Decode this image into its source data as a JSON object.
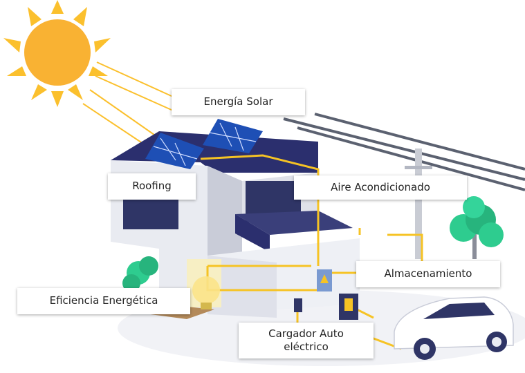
{
  "labels": {
    "solar": "Energía Solar",
    "roofing": "Roofing",
    "ac": "Aire Acondicionado",
    "storage": "Almacenamiento",
    "efficiency": "Eficiencia Energética",
    "charger_line1": "Cargador Auto",
    "charger_line2": "eléctrico"
  },
  "colors": {
    "sun": "#f9b233",
    "wire": "#f6c324",
    "wall": "#e9ebf1",
    "wall_shade": "#c9ccd8",
    "roof": "#2b2f6e",
    "window": "#2f3566",
    "panel": "#2a5fc9",
    "tree": "#2ecc8f",
    "car": "#ffffff",
    "pole": "#c9ccd4",
    "cable": "#555c6b"
  }
}
